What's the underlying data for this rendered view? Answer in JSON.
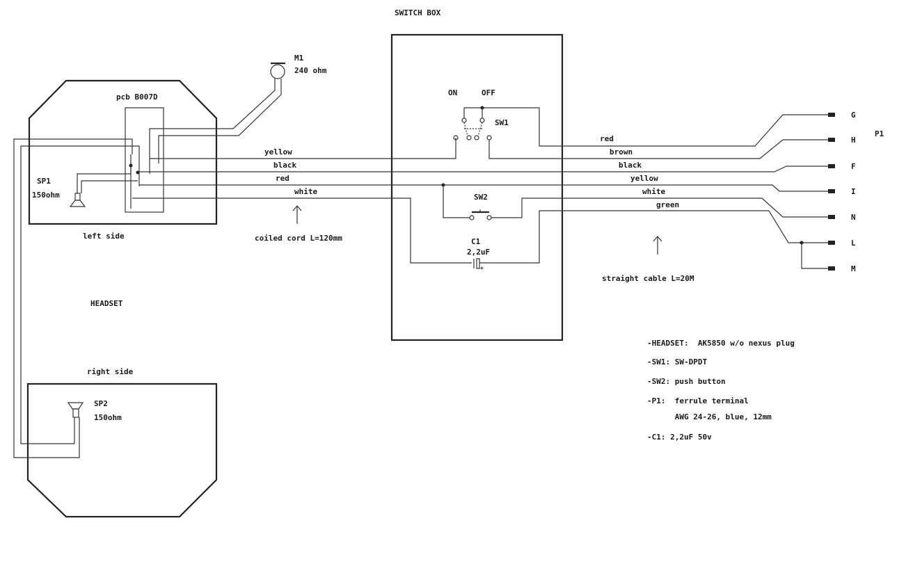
{
  "labels": {
    "switch_box": "SWITCH BOX",
    "headset": "HEADSET",
    "left_side": "left side",
    "right_side": "right side",
    "pcb": "pcb B007D",
    "m1_name": "M1",
    "m1_value": "240 ohm",
    "sp1_name": "SP1",
    "sp1_value": "150ohm",
    "sp2_name": "SP2",
    "sp2_value": "150ohm",
    "sw1": "SW1",
    "sw2": "SW2",
    "on": "ON",
    "off": "OFF",
    "c1_name": "C1",
    "c1_value": "2,2uF",
    "p1": "P1",
    "coiled_cord": "coiled cord L=120mm",
    "straight_cable": "straight cable L=20M",
    "cap_plus": "+"
  },
  "left_wires": [
    "yellow",
    "black",
    "red",
    "white"
  ],
  "right_wires": [
    "red",
    "brown",
    "black",
    "yellow",
    "white",
    "green"
  ],
  "terminals": [
    "G",
    "H",
    "F",
    "I",
    "N",
    "L",
    "M"
  ],
  "notes": [
    "-HEADSET:  AK5850 w/o nexus plug",
    "-SW1: SW-DPDT",
    "-SW2: push button",
    "-P1:  ferrule terminal",
    "      AWG 24-26, blue, 12mm",
    "-C1: 2,2uF 50v"
  ]
}
